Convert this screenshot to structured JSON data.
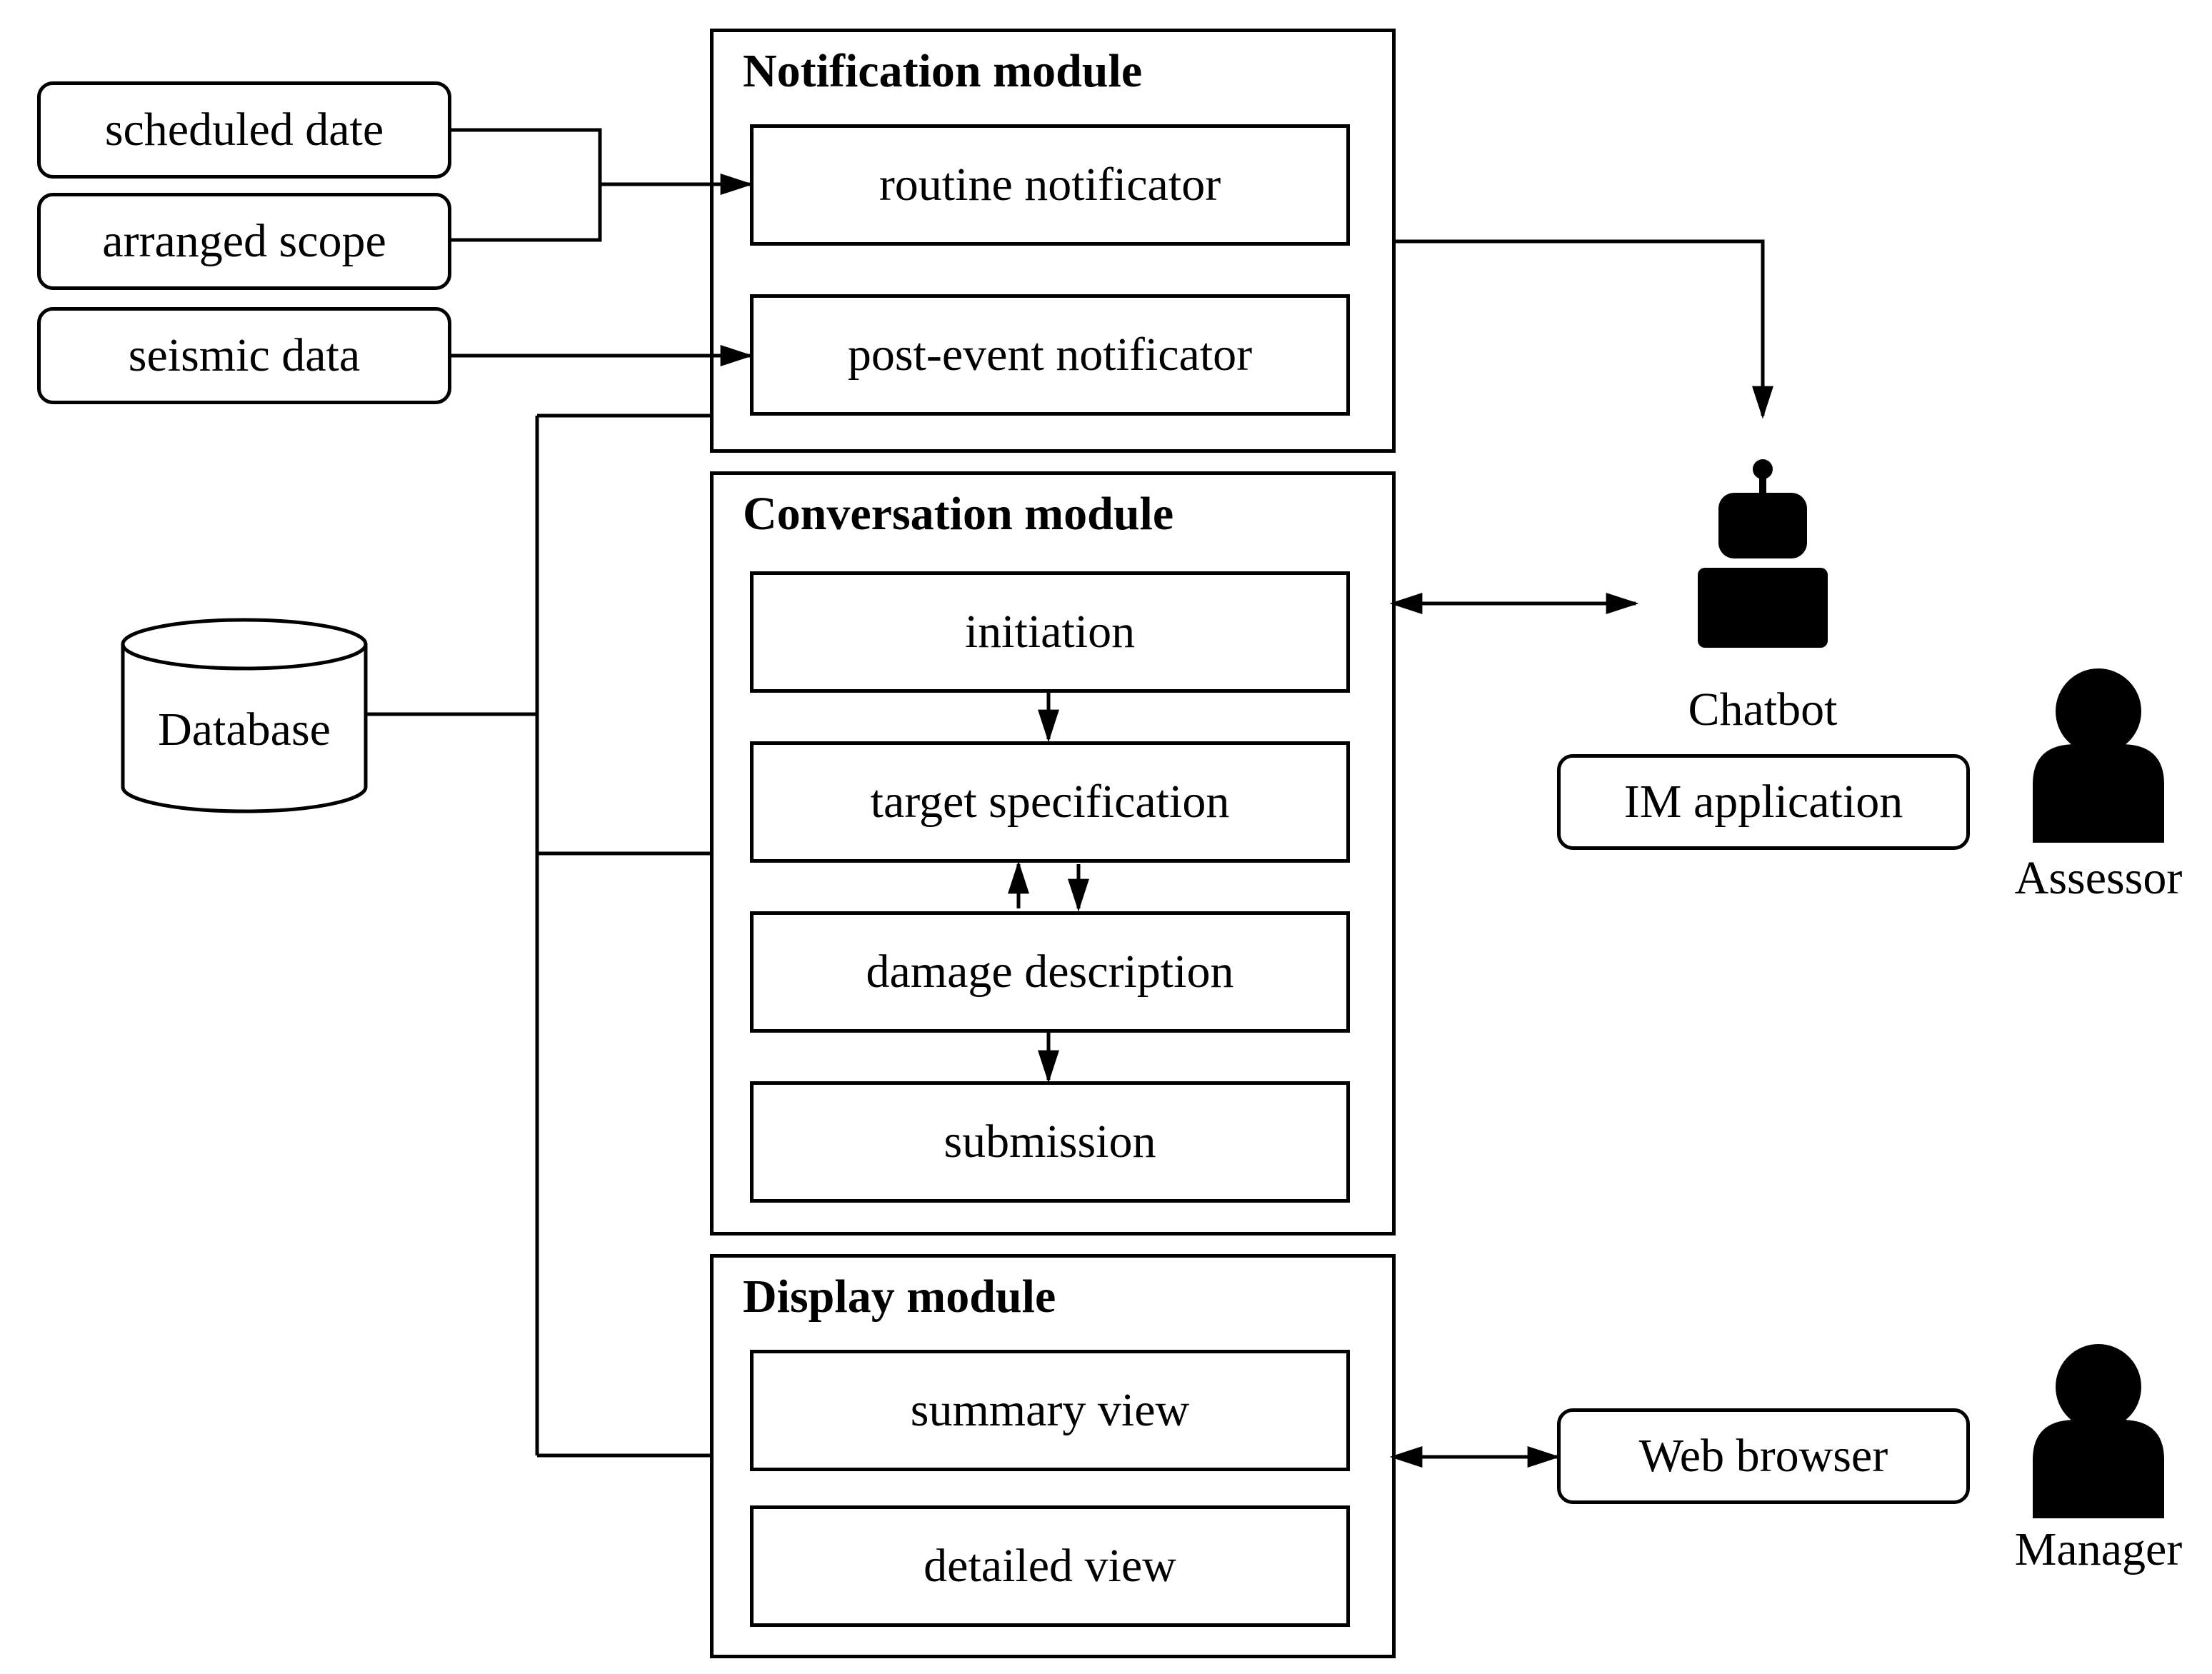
{
  "inputs": {
    "scheduled_date": "scheduled date",
    "arranged_scope": "arranged scope",
    "seismic_data": "seismic data"
  },
  "database": "Database",
  "notification_module": {
    "title": "Notification module",
    "routine": "routine notificator",
    "post_event": "post-event notificator"
  },
  "conversation_module": {
    "title": "Conversation module",
    "steps": [
      "initiation",
      "target specification",
      "damage description",
      "submission"
    ]
  },
  "display_module": {
    "title": "Display module",
    "views": [
      "summary view",
      "detailed view"
    ]
  },
  "chatbot": {
    "label": "Chatbot",
    "app": "IM application"
  },
  "assessor": "Assessor",
  "web_browser": "Web browser",
  "manager": "Manager"
}
